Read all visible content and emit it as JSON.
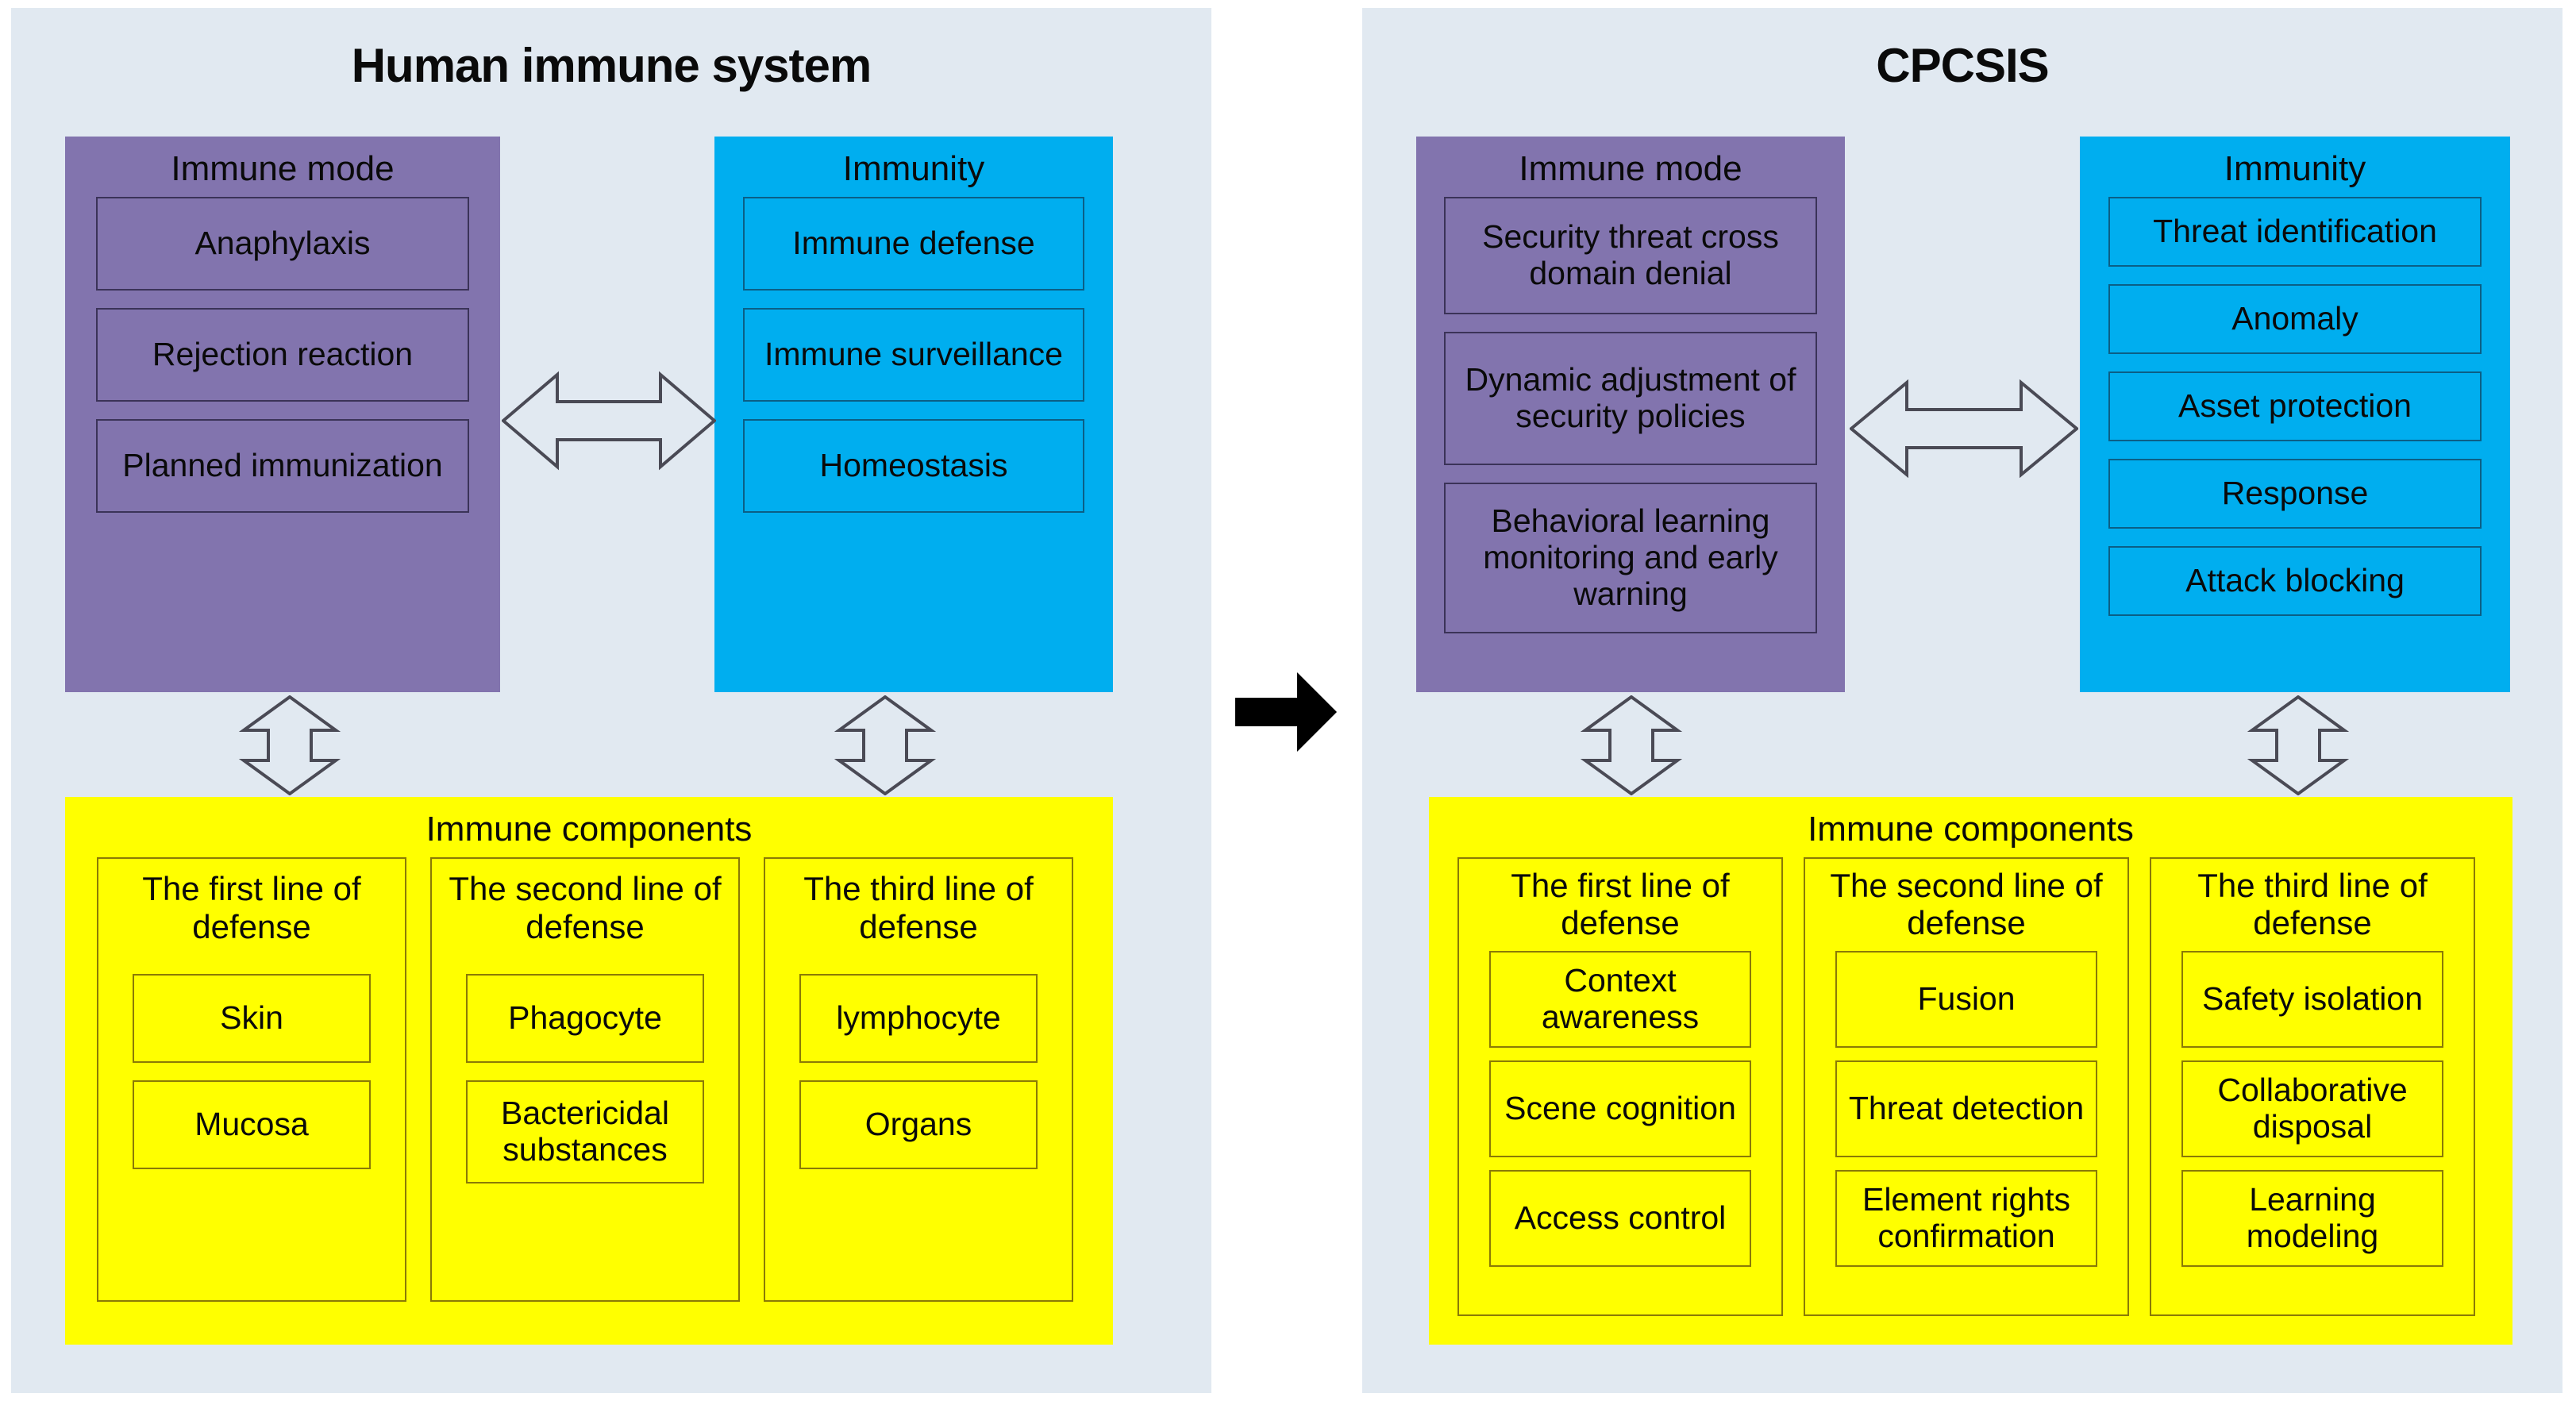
{
  "diagram": {
    "left_panel": {
      "title": "Human immune system",
      "immune_mode": {
        "label": "Immune mode",
        "items": [
          "Anaphylaxis",
          "Rejection reaction",
          "Planned immunization"
        ]
      },
      "immunity": {
        "label": "Immunity",
        "items": [
          "Immune defense",
          "Immune surveillance",
          "Homeostasis"
        ]
      },
      "immune_components": {
        "label": "Immune components",
        "columns": [
          {
            "title": "The first line of defense",
            "items": [
              "Skin",
              "Mucosa"
            ]
          },
          {
            "title": "The second line of defense",
            "items": [
              "Phagocyte",
              "Bactericidal substances"
            ]
          },
          {
            "title": "The third line of defense",
            "items": [
              "lymphocyte",
              "Organs"
            ]
          }
        ]
      }
    },
    "right_panel": {
      "title": "CPCSIS",
      "immune_mode": {
        "label": "Immune mode",
        "items": [
          "Security threat cross domain denial",
          "Dynamic adjustment of security policies",
          "Behavioral learning monitoring and early warning"
        ]
      },
      "immunity": {
        "label": "Immunity",
        "items": [
          "Threat identification",
          "Anomaly",
          "Asset protection",
          "Response",
          "Attack blocking"
        ]
      },
      "immune_components": {
        "label": "Immune components",
        "columns": [
          {
            "title": "The first line of defense",
            "items": [
              "Context awareness",
              "Scene cognition",
              "Access control"
            ]
          },
          {
            "title": "The second line of defense",
            "items": [
              "Fusion",
              "Threat detection",
              "Element rights confirmation"
            ]
          },
          {
            "title": "The third line of defense",
            "items": [
              "Safety isolation",
              "Collaborative disposal",
              "Learning modeling"
            ]
          }
        ]
      }
    },
    "connectors": {
      "left_horizontal": "double-headed-arrow-icon",
      "left_vertical_mode": "double-headed-vertical-arrow-icon",
      "left_vertical_immunity": "double-headed-vertical-arrow-icon",
      "right_horizontal": "double-headed-arrow-icon",
      "right_vertical_mode": "double-headed-vertical-arrow-icon",
      "right_vertical_immunity": "double-headed-vertical-arrow-icon",
      "transform": "right-arrow-icon"
    },
    "colors": {
      "panel_background": "#e1e9f1",
      "immune_mode": "#8274ae",
      "immunity": "#00aeef",
      "immune_components": "#ffff00",
      "page_background": "#ffffff",
      "arrow_outline": "#4a4a55",
      "transform_arrow": "#000000"
    }
  }
}
